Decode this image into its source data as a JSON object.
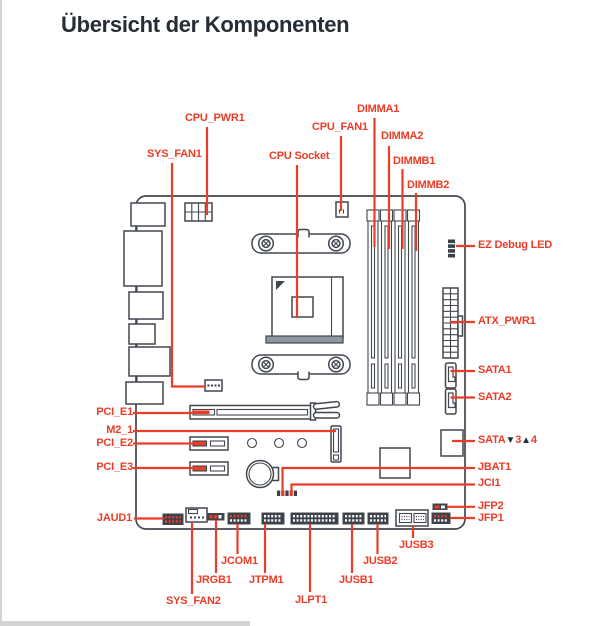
{
  "title": "Übersicht der Komponenten",
  "colors": {
    "accent": "#ea3c27",
    "outline": "#42474f",
    "dark_fill": "#3c414a",
    "title_text": "#262d35"
  },
  "component_labels": {
    "cpu_pwr1": "CPU_PWR1",
    "sys_fan1": "SYS_FAN1",
    "cpu_socket": "CPU Socket",
    "cpu_fan1": "CPU_FAN1",
    "dimma1": "DIMMA1",
    "dimma2": "DIMMA2",
    "dimmb1": "DIMMB1",
    "dimmb2": "DIMMB2",
    "ez_debug_led": "EZ Debug LED",
    "atx_pwr1": "ATX_PWR1",
    "sata1": "SATA1",
    "sata2": "SATA2",
    "sata34": {
      "pre": "SATA",
      "down": "▼",
      "mid": "3",
      "up": "▲",
      "post": "4"
    },
    "jbat1": "JBAT1",
    "jci1": "JCI1",
    "jfp2": "JFP2",
    "jfp1": "JFP1",
    "pci_e1": "PCI_E1",
    "m2_1": "M2_1",
    "pci_e2": "PCI_E2",
    "pci_e3": "PCI_E3",
    "jaud1": "JAUD1",
    "sys_fan2": "SYS_FAN2",
    "jrgb1": "JRGB1",
    "jcom1": "JCOM1",
    "jtpm1": "JTPM1",
    "jlpt1": "JLPT1",
    "jusb1": "JUSB1",
    "jusb2": "JUSB2",
    "jusb3": "JUSB3"
  }
}
